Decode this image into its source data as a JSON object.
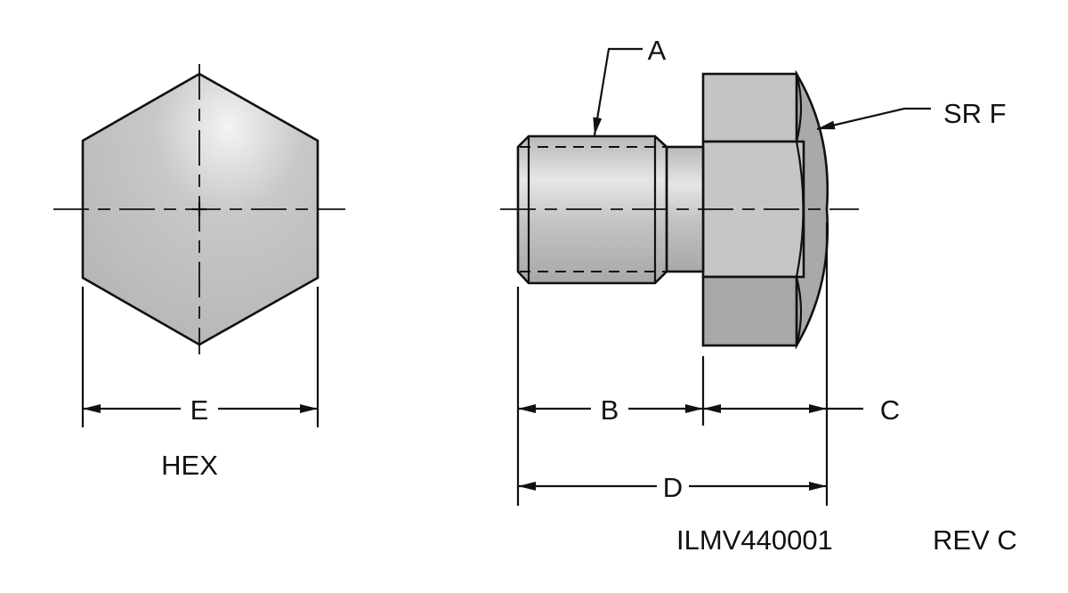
{
  "drawing": {
    "hex_view": {
      "dimension_label": "E",
      "caption": "HEX"
    },
    "side_view": {
      "thread_label": "A",
      "thread_length_label": "B",
      "head_length_label": "C",
      "overall_length_label": "D",
      "spherical_radius_label": "SR F"
    },
    "part_number": "ILMV440001",
    "revision": "REV C"
  },
  "colors": {
    "body": "#c4c4c4",
    "shade": "#a9a9a9",
    "line": "#111111"
  }
}
